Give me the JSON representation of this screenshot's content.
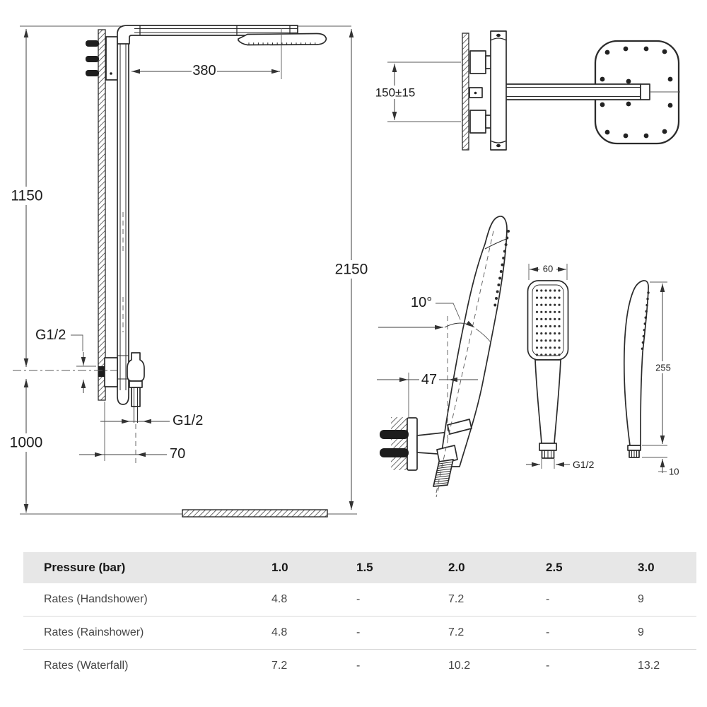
{
  "colors": {
    "ink": "#2b2b2b",
    "dim_line": "#3d3d3d",
    "table_header_bg": "#e7e7e7",
    "table_row_divider": "#d8d8d8",
    "table_header_text": "#171717",
    "table_row_text": "#464646"
  },
  "drawing": {
    "front_elevation": {
      "dim_arm_reach": "380",
      "dim_upper_height": "1150",
      "dim_total_height": "2150",
      "dim_lower_height": "1000",
      "thread_upper": "G1/2",
      "thread_lower": "G1/2",
      "dim_outlet_offset": "70"
    },
    "top_view": {
      "dim_inlet_spacing": "150±15"
    },
    "handshower": {
      "dim_holder_angle": "10°",
      "dim_wall_distance": "47",
      "dim_head_width": "60",
      "thread": "G1/2",
      "dim_length": "255",
      "dim_connector_height": "10"
    }
  },
  "table": {
    "header": {
      "label": "Pressure (bar)",
      "columns": [
        "1.0",
        "1.5",
        "2.0",
        "2.5",
        "3.0"
      ]
    },
    "rows": [
      {
        "label": "Rates (Handshower)",
        "values": [
          "4.8",
          "-",
          "7.2",
          "-",
          "9"
        ]
      },
      {
        "label": "Rates (Rainshower)",
        "values": [
          "4.8",
          "-",
          "7.2",
          "-",
          "9"
        ]
      },
      {
        "label": "Rates (Waterfall)",
        "values": [
          "7.2",
          "-",
          "10.2",
          "-",
          "13.2"
        ]
      }
    ]
  }
}
